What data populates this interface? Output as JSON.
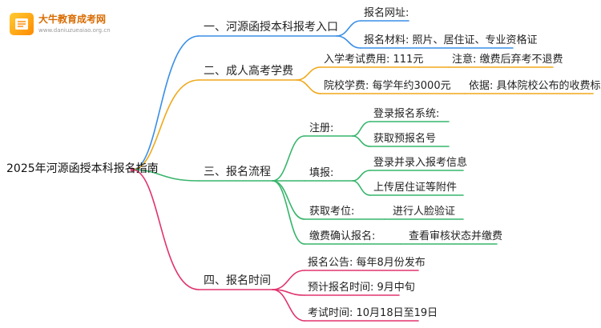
{
  "logo": {
    "name": "大牛教育成考网",
    "url": "www.daniuzueaiao.org.cn"
  },
  "colors": {
    "blue": "#3a8ee6",
    "orange": "#f0a818",
    "green": "#36b56b",
    "pink": "#e0336e",
    "root_line": "#d23a6a"
  },
  "root": "2025年河源函授本科报名指南",
  "branches": {
    "b1": {
      "title": "一、河源函授本科报考入口",
      "items": [
        "报名网址:",
        "报名材料: 照片、居住证、专业资格证"
      ]
    },
    "b2": {
      "title": "二、成人高考学费",
      "items": [
        "入学考试费用: 111元",
        "院校学费: 每学年约3000元"
      ],
      "notes": [
        "注意: 缴费后弃考不退费",
        "依据: 具体院校公布的收费标准"
      ]
    },
    "b3": {
      "title": "三、报名流程",
      "groups": [
        {
          "label": "注册:",
          "items": [
            "登录报名系统:",
            "获取预报名号"
          ]
        },
        {
          "label": "填报:",
          "items": [
            "登录并录入报考信息",
            "上传居住证等附件"
          ]
        },
        {
          "label": "获取考位:",
          "items": [
            "进行人脸验证"
          ]
        },
        {
          "label": "缴费确认报名:",
          "items": [
            "查看审核状态并缴费"
          ]
        }
      ]
    },
    "b4": {
      "title": "四、报名时间",
      "items": [
        "报名公告: 每年8月份发布",
        "预计报名时间: 9月中旬",
        "考试时间: 10月18日至19日"
      ]
    }
  }
}
